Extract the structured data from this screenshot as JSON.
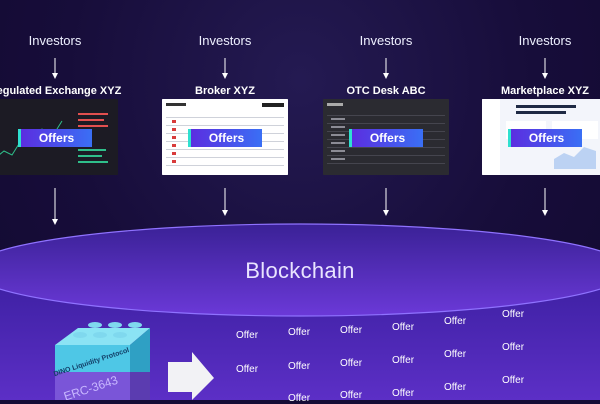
{
  "investors_label": "Investors",
  "platforms": [
    {
      "title": "Regulated Exchange XYZ",
      "theme": "dark",
      "badge": "Offers"
    },
    {
      "title": "Broker XYZ",
      "theme": "light",
      "badge": "Offers"
    },
    {
      "title": "OTC Desk ABC",
      "theme": "darker",
      "badge": "Offers"
    },
    {
      "title": "Marketplace XYZ",
      "theme": "lightblue",
      "badge": "Offers"
    }
  ],
  "blockchain": {
    "label": "Blockchain"
  },
  "protocol": {
    "label": "DINO Liquidity Protocol",
    "standard": "ERC-3643"
  },
  "offer_label": "Offer",
  "colors": {
    "background": "#150c36",
    "blockchain_ellipse": "#5a2fc4",
    "badge_start": "#5b2ee0",
    "badge_end": "#3a6ff5",
    "badge_accent": "#2fe0d0",
    "brick_top": "#4ec7e6",
    "brick_bottom": "#7a55d8"
  }
}
